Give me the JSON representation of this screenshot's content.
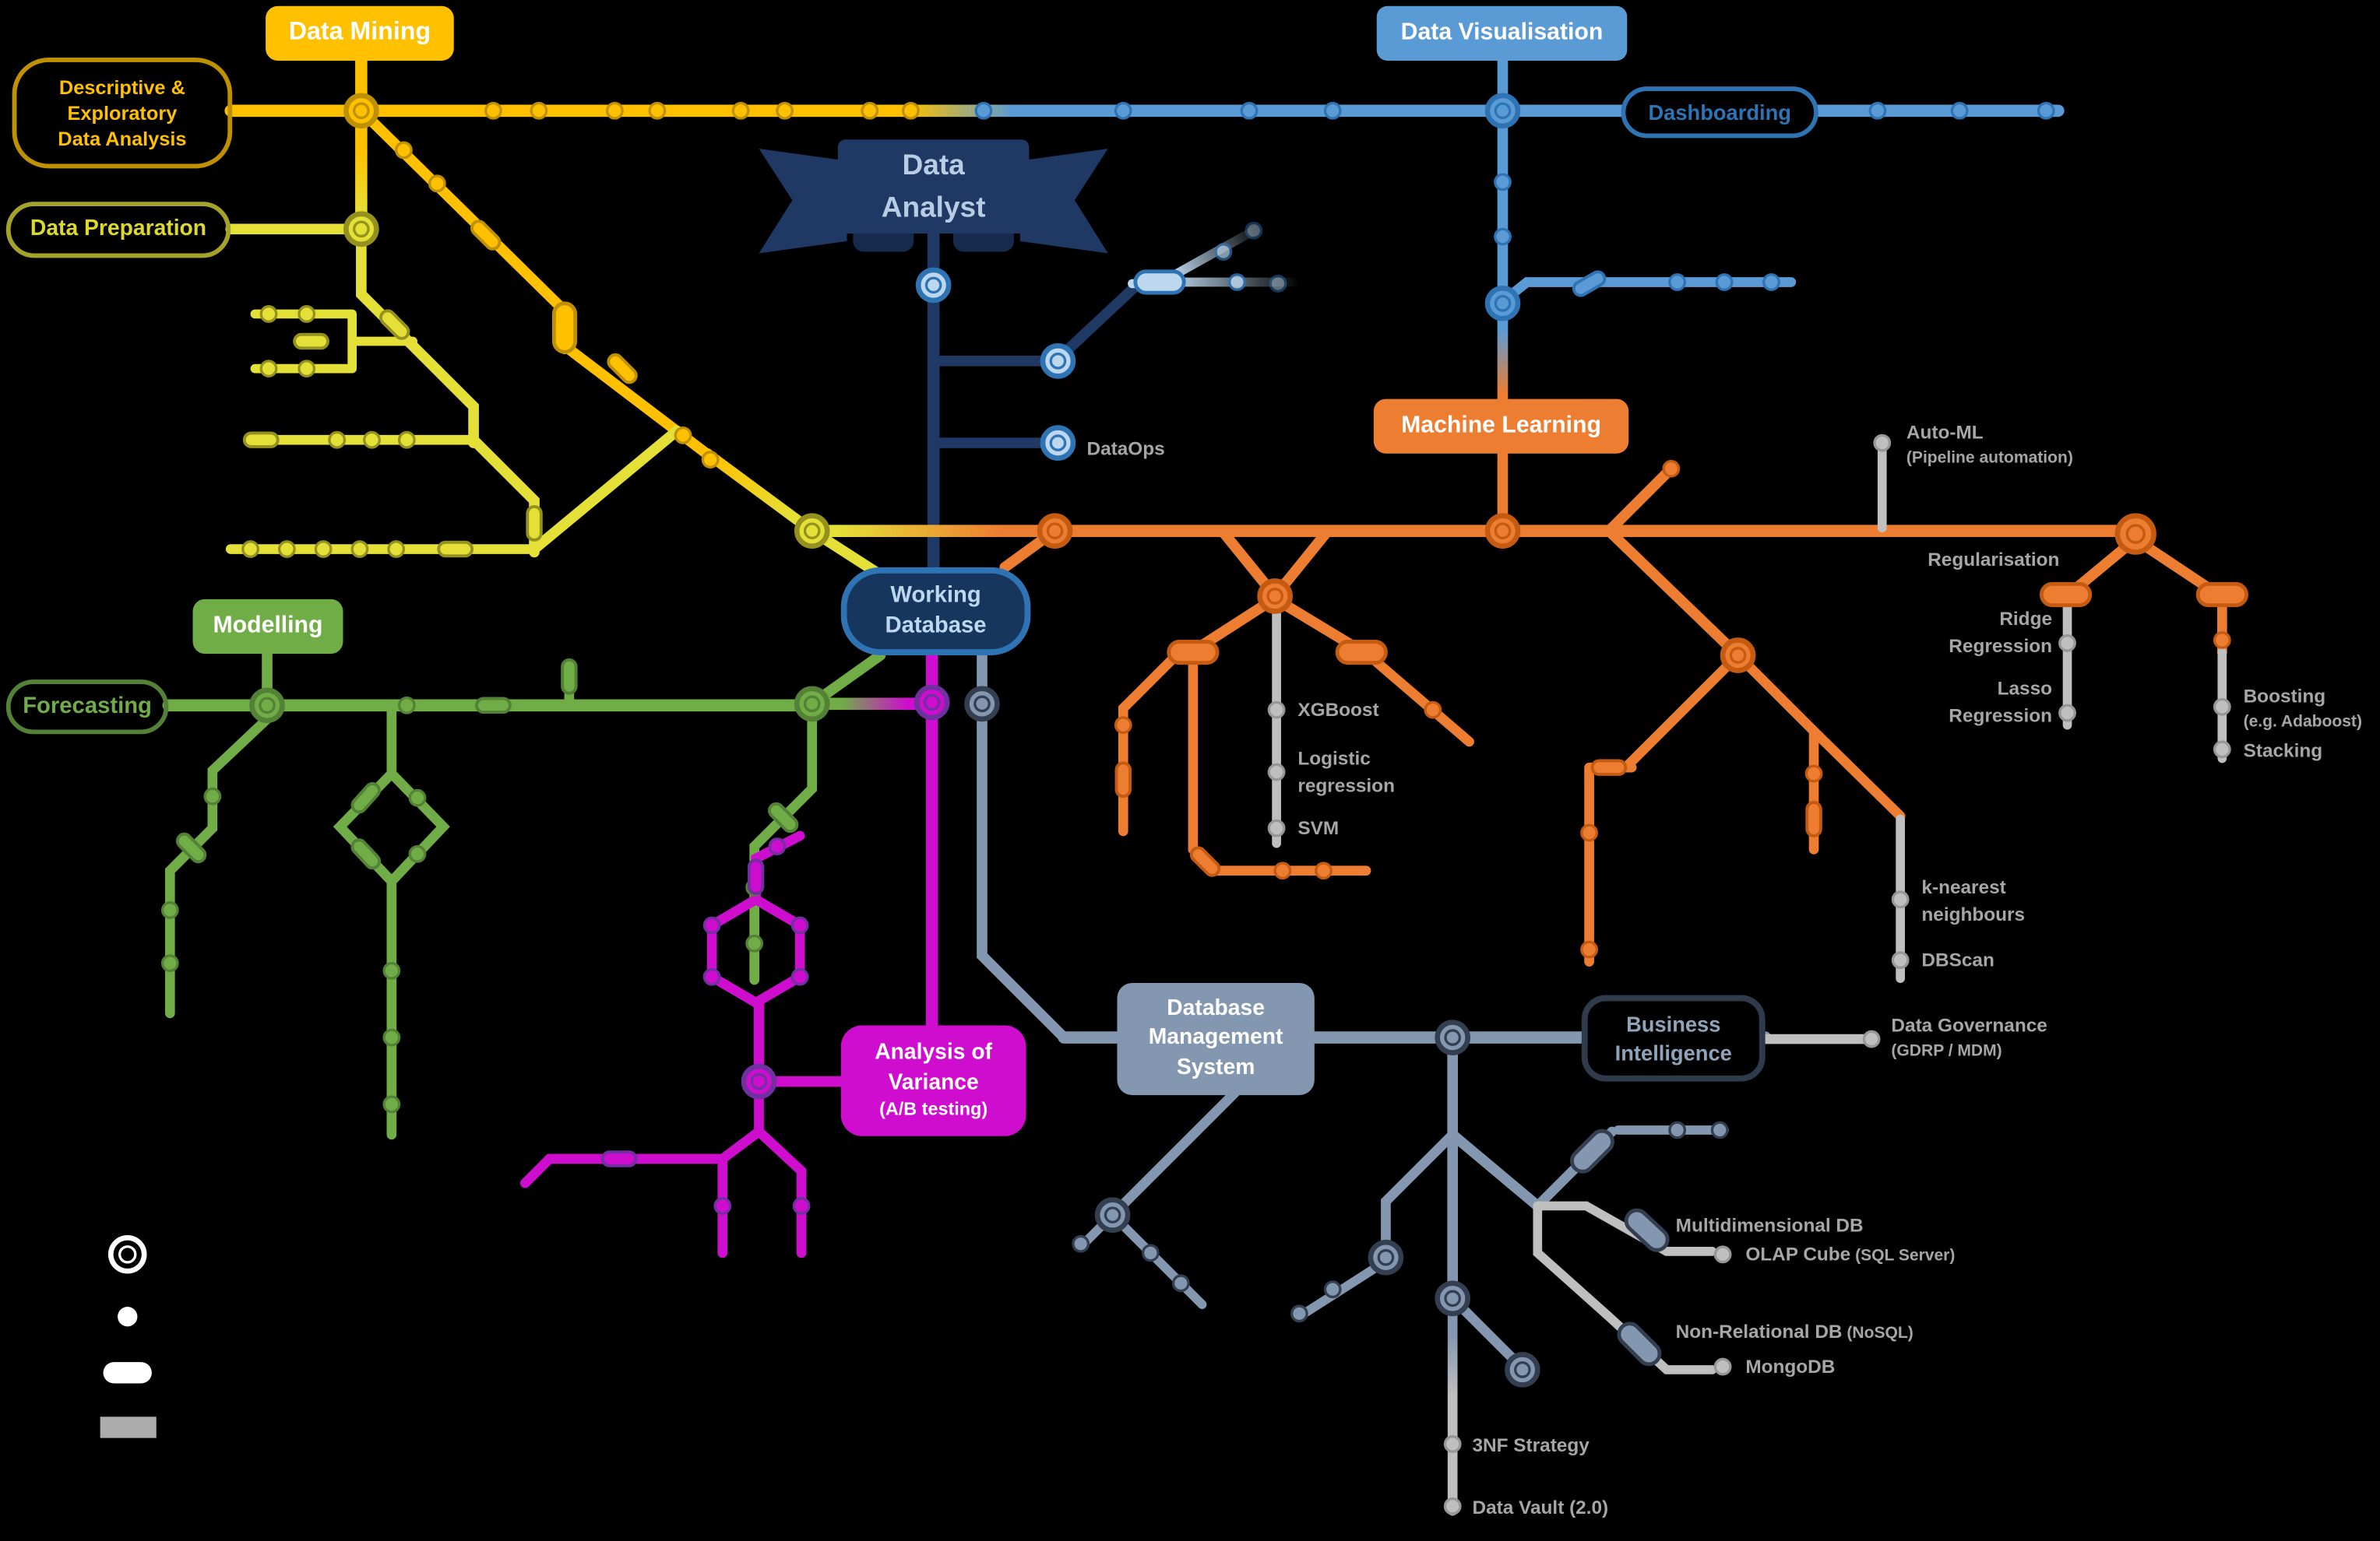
{
  "colors": {
    "gold": "#FFC000",
    "gold_dark": "#BF9000",
    "yellow": "#E4E037",
    "yellow_dark": "#94911F",
    "blue": "#5B9BD5",
    "blue_dark": "#2E74B5",
    "blue_light": "#BDD7EE",
    "navy": "#1F3864",
    "navy_fill": "#17365D",
    "orange": "#ED7D31",
    "orange_dark": "#C55A11",
    "green": "#70AD47",
    "green_dark": "#538135",
    "magenta": "#CE0DCE",
    "magenta_dark": "#7030A0",
    "steel": "#8497B0",
    "steel_dark": "#333F50",
    "gray": "#BFBFBF",
    "gray_dark": "#979797",
    "label_gray": "#A6A6A6",
    "white": "#FFFFFF"
  },
  "boxes": {
    "data_mining": "Data Mining",
    "deda": [
      "Descriptive &",
      "Exploratory",
      "Data Analysis"
    ],
    "data_preparation": "Data Preparation",
    "data_visualisation": "Data Visualisation",
    "dashboarding": "Dashboarding",
    "data_analyst": [
      "Data",
      "Analyst"
    ],
    "machine_learning": "Machine Learning",
    "modelling": "Modelling",
    "forecasting": "Forecasting",
    "working_database": [
      "Working",
      "Database"
    ],
    "anova": [
      "Analysis of",
      "Variance",
      "(A/B testing)"
    ],
    "dbms": [
      "Database",
      "Management",
      "System"
    ],
    "business_intelligence": [
      "Business",
      "Intelligence"
    ]
  },
  "station_labels": {
    "dataops": {
      "text": "DataOps"
    },
    "automl": {
      "text": "Auto-ML",
      "sub": "(Pipeline automation)"
    },
    "regularisation": {
      "text": "Regularisation"
    },
    "ridge": {
      "lines": [
        "Ridge",
        "Regression"
      ]
    },
    "lasso": {
      "lines": [
        "Lasso",
        "Regression"
      ]
    },
    "boosting": {
      "text": "Boosting",
      "sub": "(e.g. Adaboost)"
    },
    "stacking": {
      "text": "Stacking"
    },
    "xgboost": {
      "text": "XGBoost"
    },
    "logistic": {
      "lines": [
        "Logistic",
        "regression"
      ]
    },
    "svm": {
      "text": "SVM"
    },
    "knn": {
      "lines": [
        "k-nearest",
        "neighbours"
      ]
    },
    "dbscan": {
      "text": "DBScan"
    },
    "data_governance": {
      "text": "Data Governance",
      "sub": "(GDRP / MDM)"
    },
    "multidim": {
      "text": "Multidimensional DB"
    },
    "olap": {
      "text": "OLAP Cube",
      "sub": "(SQL Server)"
    },
    "nonrel": {
      "text": "Non-Relational DB",
      "sub": "(NoSQL)"
    },
    "mongodb": {
      "text": "MongoDB"
    },
    "3nf": {
      "text": "3NF Strategy"
    },
    "datavault": {
      "text": "Data Vault (2.0)"
    }
  },
  "legend": {
    "items": [
      {
        "icon": "interchange-ring-icon"
      },
      {
        "icon": "stop-dot-icon"
      },
      {
        "icon": "station-capsule-icon"
      },
      {
        "icon": "major-station-icon"
      }
    ]
  }
}
